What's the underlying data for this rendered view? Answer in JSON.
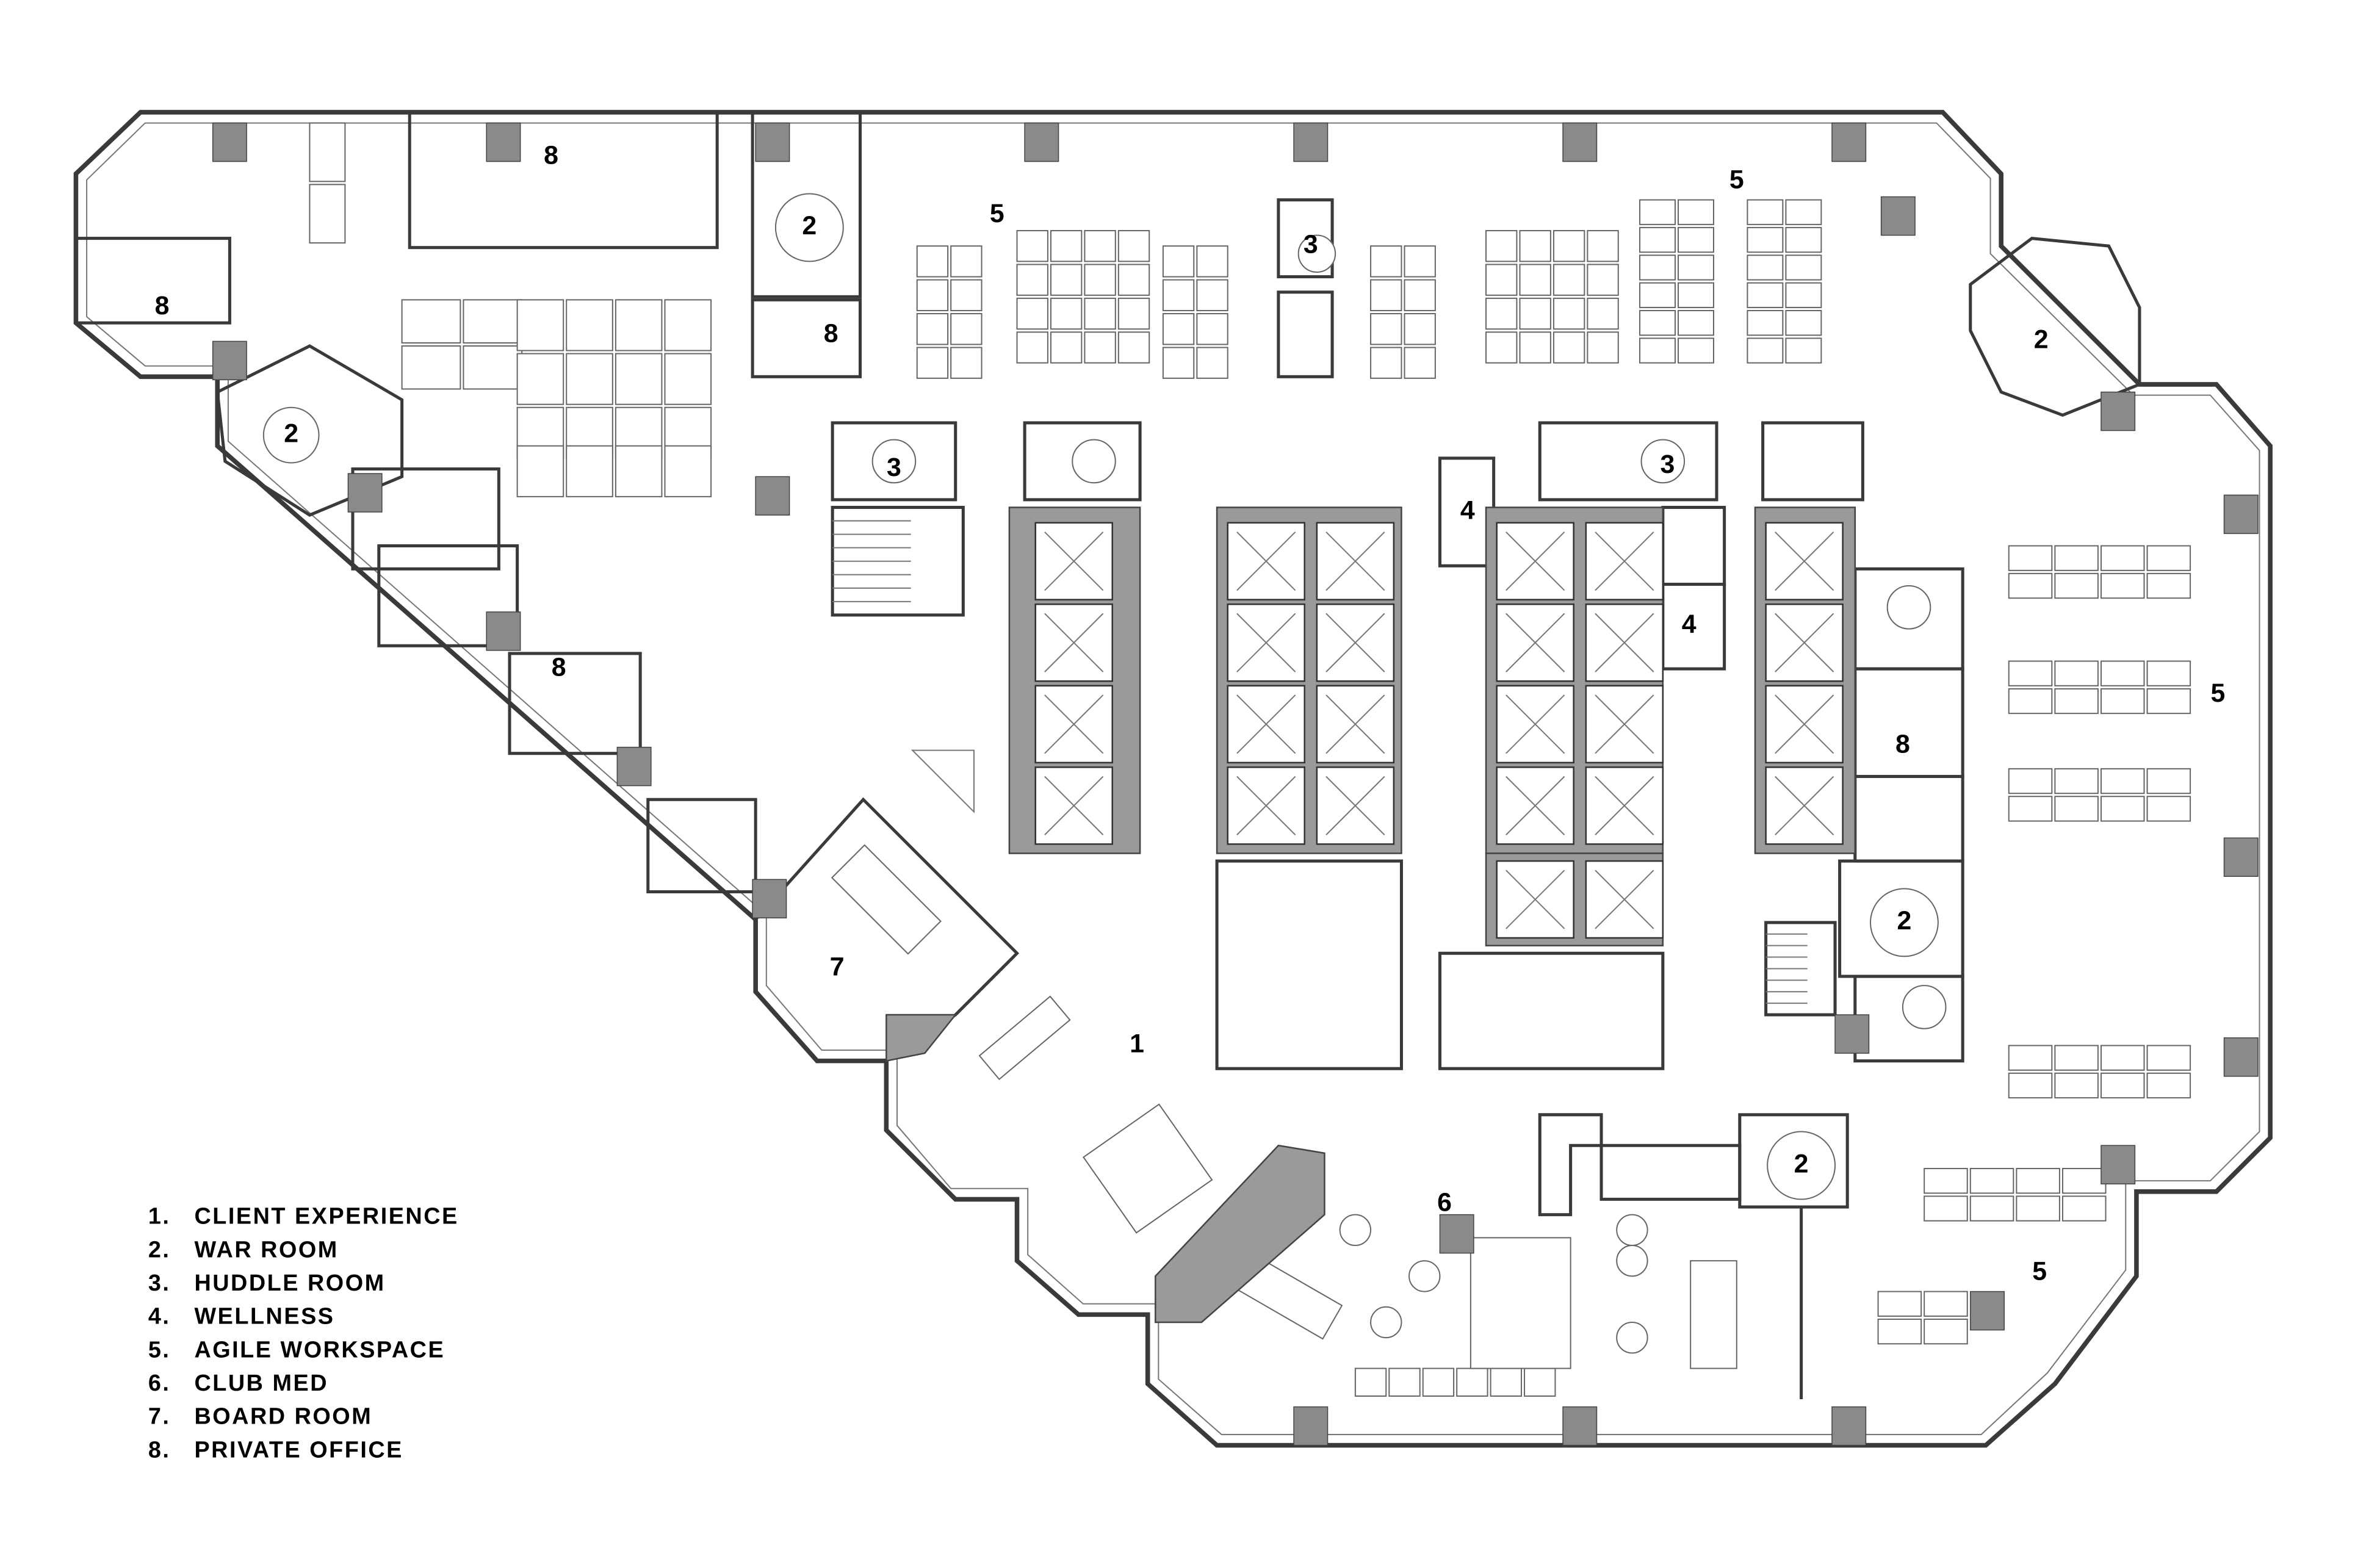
{
  "legend": [
    {
      "num": "1.",
      "label": "CLIENT EXPERIENCE"
    },
    {
      "num": "2.",
      "label": "WAR ROOM"
    },
    {
      "num": "3.",
      "label": "HUDDLE ROOM"
    },
    {
      "num": "4.",
      "label": "WELLNESS"
    },
    {
      "num": "5.",
      "label": "AGILE WORKSPACE"
    },
    {
      "num": "6.",
      "label": "CLUB MED"
    },
    {
      "num": "7.",
      "label": "BOARD ROOM"
    },
    {
      "num": "8.",
      "label": "PRIVATE OFFICE"
    }
  ],
  "room_markers": [
    "8",
    "8",
    "2",
    "8",
    "2",
    "8",
    "5",
    "3",
    "5",
    "2",
    "3",
    "3",
    "4",
    "4",
    "8",
    "5",
    "2",
    "1",
    "7",
    "6",
    "2",
    "5"
  ],
  "colors": {
    "wall": "#3a3a3a",
    "core": "#9a9a9a",
    "column": "#8a8a8a"
  }
}
